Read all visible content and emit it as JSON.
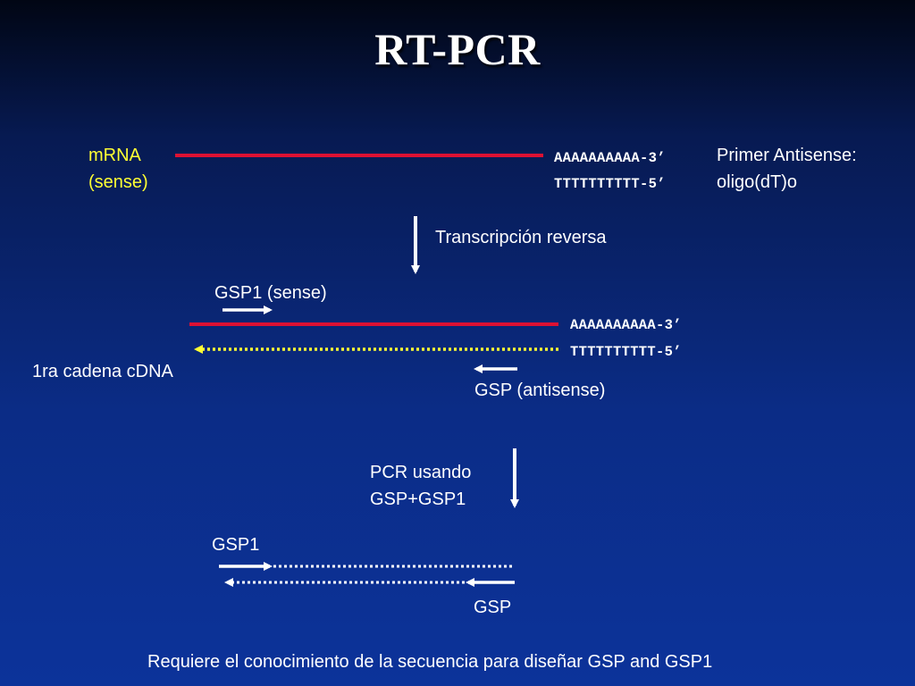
{
  "slide": {
    "title": "RT-PCR",
    "colors": {
      "background": "#0b2c86",
      "mrna_strand": "#dd1133",
      "cdna_strand": "#ffff33",
      "label_yellow": "#ffff33",
      "text": "#ffffff"
    }
  },
  "step1": {
    "mrna_label": "mRNA",
    "mrna_sense": "(sense)",
    "poly_a": "AAAAAAAAAA-3’",
    "oligo_dt": "TTTTTTTTTT-5’",
    "primer_label": "Primer Antisense:",
    "primer_type": "oligo(dT)o"
  },
  "step2": {
    "arrow_label": "Transcripción reversa",
    "gsp1_sense_label": "GSP1 (sense)",
    "poly_a": "AAAAAAAAAA-3’",
    "oligo_dt": "TTTTTTTTTT-5’",
    "cdna_label": "1ra cadena cDNA",
    "gsp_antisense_label": "GSP (antisense)"
  },
  "step3": {
    "arrow_label_line1": "PCR usando",
    "arrow_label_line2": "GSP+GSP1",
    "gsp1_label": "GSP1",
    "gsp_label": "GSP"
  },
  "footer": {
    "note": "Requiere el conocimiento de la secuencia para diseñar GSP and GSP1"
  }
}
